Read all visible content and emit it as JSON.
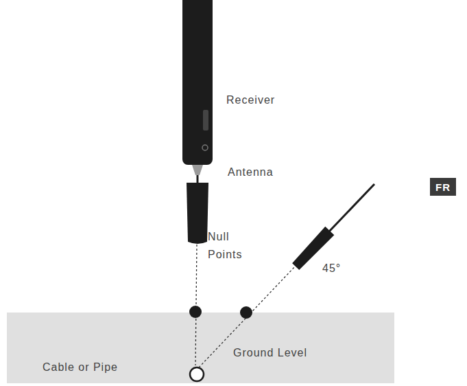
{
  "diagram": {
    "nodes": [
      {
        "text": [
          "FR"
        ]
      }
    ],
    "labels": [
      "Receiver",
      "Antenna",
      "Null Points",
      "45°",
      "Ground Level",
      "Cable or Pipe"
    ]
  }
}
